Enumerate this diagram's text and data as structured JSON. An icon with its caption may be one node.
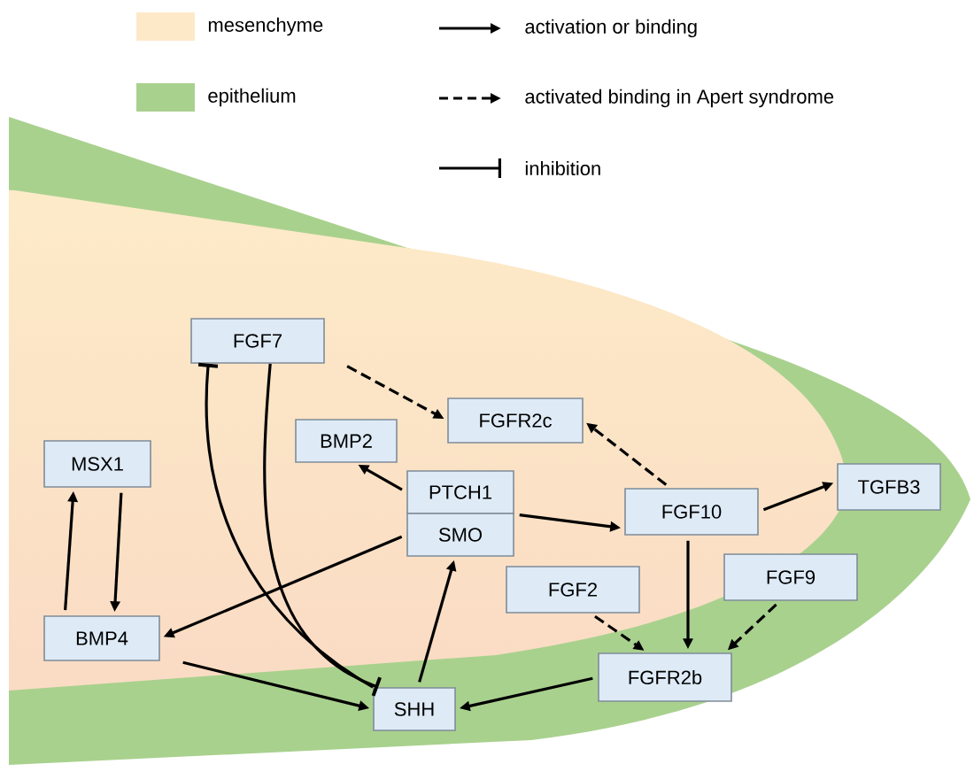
{
  "diagram": {
    "nodes": [
      {
        "text": [
          "FGF7"
        ]
      },
      {
        "text": [
          "FGFR2c"
        ]
      },
      {
        "text": [
          "MSX1"
        ]
      },
      {
        "text": [
          "BMP2"
        ]
      },
      {
        "text": [
          "PTCH1"
        ]
      },
      {
        "text": [
          "SMO"
        ]
      },
      {
        "text": [
          "FGF10"
        ]
      },
      {
        "text": [
          "TGFB3"
        ]
      },
      {
        "text": [
          "BMP4"
        ]
      },
      {
        "text": [
          "FGF2"
        ]
      },
      {
        "text": [
          "FGF9"
        ]
      },
      {
        "text": [
          "FGFR2b"
        ]
      },
      {
        "text": [
          "SHH"
        ]
      }
    ],
    "edges": [
      {
        "from": 8,
        "to": 2,
        "arrow": "to"
      },
      {
        "from": 2,
        "to": 8,
        "arrow": "to"
      },
      {
        "from": 4,
        "to": 3,
        "arrow": "to"
      },
      {
        "from": 5,
        "to": 8,
        "arrow": "to"
      },
      {
        "from": 4,
        "to": 6,
        "arrow": "to"
      },
      {
        "from": 12,
        "to": 5,
        "arrow": "to"
      },
      {
        "from": 0,
        "to": 1,
        "arrow": "to",
        "style": "dashed"
      },
      {
        "from": 6,
        "to": 1,
        "arrow": "to",
        "style": "dashed"
      },
      {
        "from": 6,
        "to": 7,
        "arrow": "to"
      },
      {
        "from": 6,
        "to": 11,
        "arrow": "to"
      },
      {
        "from": 9,
        "to": 11,
        "arrow": "to",
        "style": "dashed"
      },
      {
        "from": 10,
        "to": 11,
        "arrow": "to",
        "style": "dashed"
      },
      {
        "from": 11,
        "to": 12,
        "arrow": "to"
      },
      {
        "from": 8,
        "to": 12,
        "arrow": "to"
      },
      {
        "from": 12,
        "to": 0,
        "arrow": "other"
      },
      {
        "from": 0,
        "to": 12,
        "arrow": "other"
      }
    ],
    "legend": [
      {
        "text": "mesenchyme",
        "color": "#fde9c8"
      },
      {
        "text": "epithelium",
        "color": "#a9d18e"
      },
      {
        "text": "activation or binding"
      },
      {
        "text": "activated binding in Apert syndrome"
      },
      {
        "text": "inhibition"
      }
    ]
  }
}
